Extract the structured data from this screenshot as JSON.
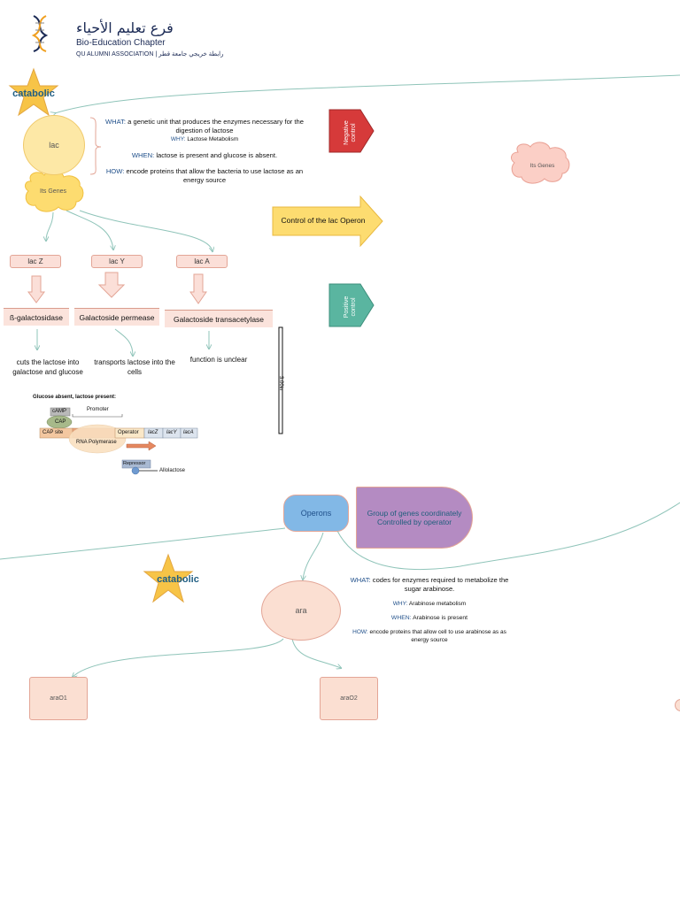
{
  "header": {
    "arabic_title": "فرع تعليم الأحياء",
    "english_title": "Bio-Education Chapter",
    "subtitle": "QU ALUMNI ASSOCIATION | رابطة خريجي جامعة قطر"
  },
  "lac_section": {
    "star_label": "catabolic",
    "operon_label": "lac",
    "genes_label": "Its Genes",
    "info": {
      "what_key": "WHAT:",
      "what": "a genetic unit that produces the enzymes necessary for the digestion of lactose",
      "why_key": "WHY:",
      "why": "Lactose Metabolism",
      "when_key": "WHEN:",
      "when": "lactose is present and  glucose is absent.",
      "how_key": "HOW:",
      "how": "encode proteins that allow the bacteria to use lactose as an energy source"
    },
    "genes": [
      "lac Z",
      "lac Y",
      "lac A"
    ],
    "enzymes": [
      "ß-galactosidase",
      "Galactoside permease",
      "Galactoside transacetylase"
    ],
    "functions": [
      "cuts the lactose into galactose  and glucose",
      "transports lactose  into the cells",
      "function is  unclear"
    ]
  },
  "control": {
    "negative": "Negative control",
    "main": "Control of the lac Operon",
    "positive": "Positive control",
    "right_genes": "Its Genes",
    "scale_label": "3.00in"
  },
  "lac_diagram": {
    "title": "Glucose absent, lactose present:",
    "camp": "cAMP",
    "cap": "CAP",
    "promoter": "Promoter",
    "cap_site": "CAP site",
    "rna_pol": "RNA Polymerase",
    "operator": "Operator",
    "lacz": "lacZ",
    "lacy": "lacY",
    "laca": "lacA",
    "repressor": "Repressor",
    "allolactose": "Allolactose"
  },
  "operons": {
    "label": "Operons",
    "definition": "Group of genes coordinately Controlled by operator"
  },
  "ara_section": {
    "star_label": "catabolic",
    "operon_label": "ara",
    "info": {
      "what_key": "WHAT:",
      "what": "codes for enzymes required to metabolize the sugar arabinose.",
      "why_key": "WHY:",
      "why": "Arabinose metabolism",
      "when_key": "WHEN:",
      "when": "Arabinose is present",
      "how_key": "HOW:",
      "how": "encode proteins that allow cell to use arabinose as as energy source"
    },
    "sites": [
      "araO1",
      "araO2"
    ]
  },
  "colors": {
    "star": "#f7c447",
    "lac_circle": "#fde8a6",
    "negative": "#d63a3a",
    "main_arrow": "#fddc70",
    "positive": "#5ab5a0",
    "operons": "#82b8e6",
    "definition": "#b48bc2",
    "ara": "#fbdfd2",
    "link": "#8fc4b9"
  }
}
